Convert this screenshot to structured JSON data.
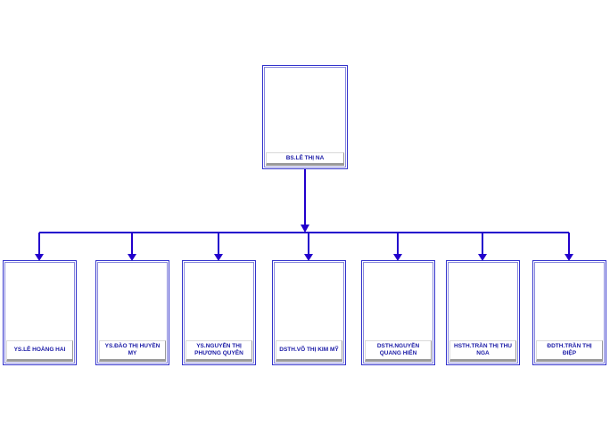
{
  "org_chart": {
    "root": {
      "label": "BS.LÊ THỊ NA"
    },
    "children": [
      {
        "label": "YS.LÊ HOÀNG HAI"
      },
      {
        "label": "YS.ĐÀO THỊ HUYỀN MY"
      },
      {
        "label": "YS.NGUYỄN THỊ PHƯƠNG QUYÊN"
      },
      {
        "label": "DSTH.VÕ THỊ KIM MỸ"
      },
      {
        "label": "DSTH.NGUYỄN QUANG HIỂN"
      },
      {
        "label": "HSTH.TRẦN THỊ THU NGA"
      },
      {
        "label": "ĐDTH.TRẦN THỊ ĐIỆP"
      }
    ],
    "colors": {
      "connector": "#2200cc",
      "border": "#3333cc",
      "label_text": "#1a1aa6"
    }
  }
}
